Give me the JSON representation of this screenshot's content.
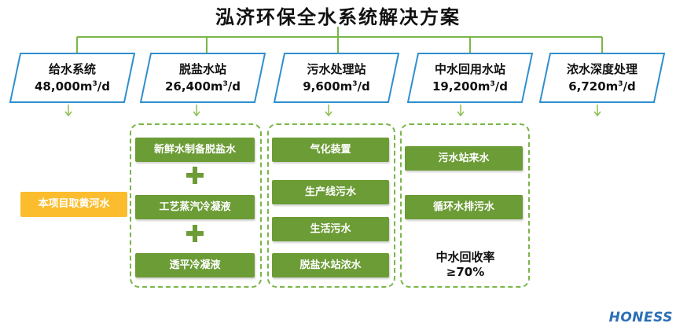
{
  "title": "泓济环保全水系统解决方案",
  "systems": [
    {
      "name": "给水系统",
      "value": "48,000m",
      "sup": "3",
      "unit": "/d"
    },
    {
      "name": "脱盐水站",
      "value": "26,400m",
      "sup": "3",
      "unit": "/d"
    },
    {
      "name": "污水处理站",
      "value": "9,600m",
      "sup": "3",
      "unit": "/d"
    },
    {
      "name": "中水回用水站",
      "value": "19,200m",
      "sup": "3",
      "unit": "/d"
    },
    {
      "name": "浓水深度处理",
      "value": "6,720m",
      "sup": "3",
      "unit": "/d"
    }
  ],
  "source_label": "本项目取黄河水",
  "desalination": [
    "新鲜水制备脱盐水",
    "工艺蒸汽冷凝液",
    "透平冷凝液"
  ],
  "wastewater": [
    "气化装置",
    "生产线污水",
    "生活污水",
    "脱盐水站浓水"
  ],
  "reclaimed": [
    "污水站来水",
    "循环水排污水"
  ],
  "recovery": {
    "label": "中水回收率",
    "value": "≥70%"
  },
  "logo": "HONESS",
  "colors": {
    "green": "#6c9c36",
    "blue": "#2f8fce",
    "orange": "#fbbd2e",
    "line": "#7ab648"
  }
}
